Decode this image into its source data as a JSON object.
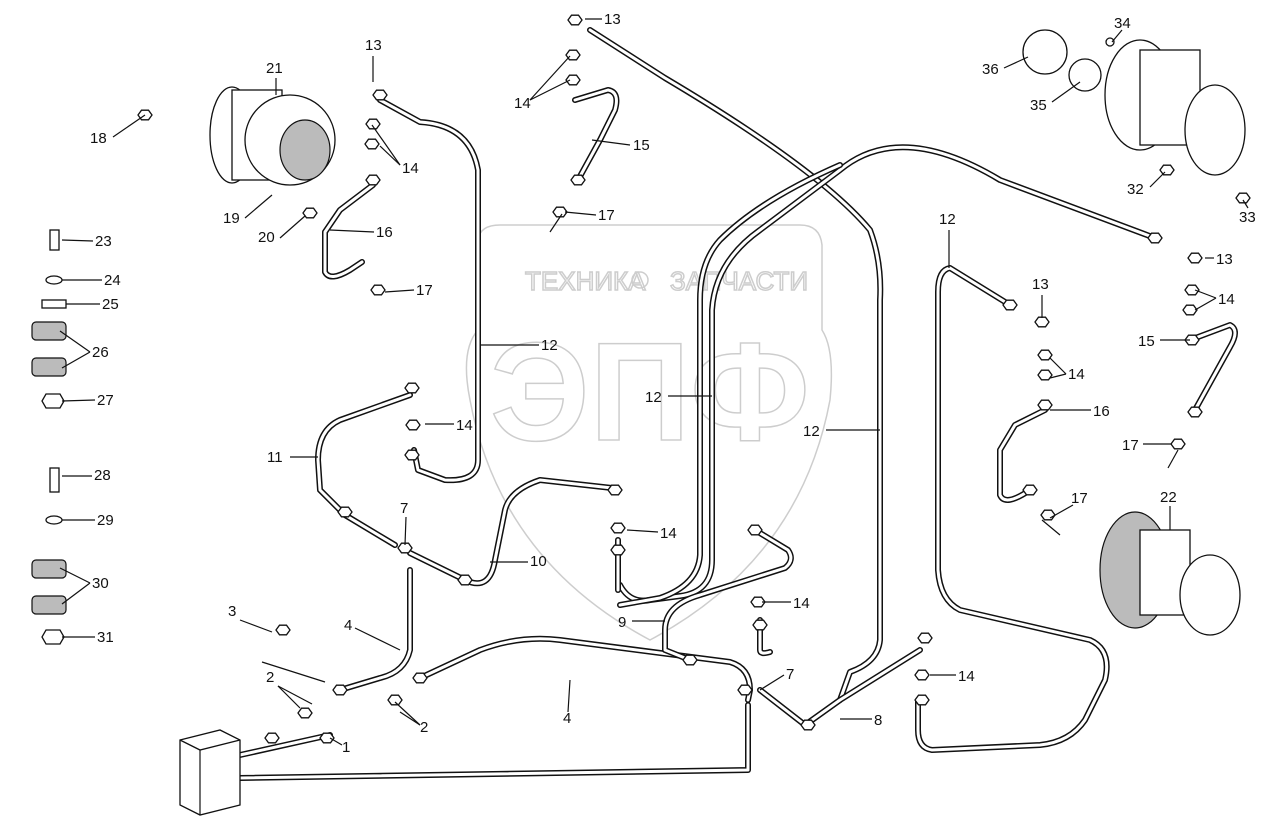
{
  "watermark": {
    "top_text_left": "ТЕХНИКА",
    "top_text_right": "ЗАПЧАСТИ",
    "logo_letters": "ЭПФ",
    "gear_icon": "gear-icon"
  },
  "callouts": [
    "13",
    "21",
    "18",
    "14",
    "19",
    "20",
    "16",
    "17",
    "13",
    "14",
    "15",
    "17",
    "23",
    "24",
    "25",
    "26",
    "27",
    "28",
    "29",
    "30",
    "31",
    "3",
    "4",
    "2",
    "1",
    "2",
    "4",
    "12",
    "14",
    "11",
    "7",
    "10",
    "14",
    "12",
    "12",
    "9",
    "14",
    "7",
    "8",
    "14",
    "12",
    "13",
    "14",
    "16",
    "17",
    "22",
    "13",
    "14",
    "15",
    "17",
    "36",
    "34",
    "35",
    "32",
    "33"
  ]
}
